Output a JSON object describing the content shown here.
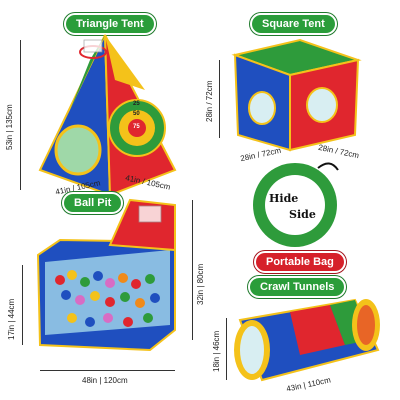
{
  "labels": {
    "triangle_tent": "Triangle Tent",
    "square_tent": "Square Tent",
    "ball_pit": "Ball Pit",
    "portable_bag": "Portable Bag",
    "crawl_tunnels": "Crawl Tunnels"
  },
  "dimensions": {
    "triangle_height": "53in | 135cm",
    "triangle_width_left": "41in / 105cm",
    "triangle_width_right": "41in / 105cm",
    "square_height": "28in / 72cm",
    "square_width_left": "28in / 72cm",
    "square_width_right": "28in / 72cm",
    "ballpit_total_height": "32in | 80cm",
    "ballpit_height": "17in | 44cm",
    "ballpit_width": "48in | 120cm",
    "tunnel_height": "18in | 46cm",
    "tunnel_length": "43in | 110cm"
  },
  "bag_logo": {
    "line1": "Hide",
    "line2": "Side"
  },
  "target": {
    "ring_numbers": [
      "25",
      "50",
      "75"
    ]
  },
  "colors": {
    "green_label": "#2a9d3a",
    "red_label": "#d6202a",
    "tent_red": "#e0262e",
    "tent_blue": "#1f4fbf",
    "tent_yellow": "#f4c21a",
    "tent_green": "#2e9b3b"
  }
}
